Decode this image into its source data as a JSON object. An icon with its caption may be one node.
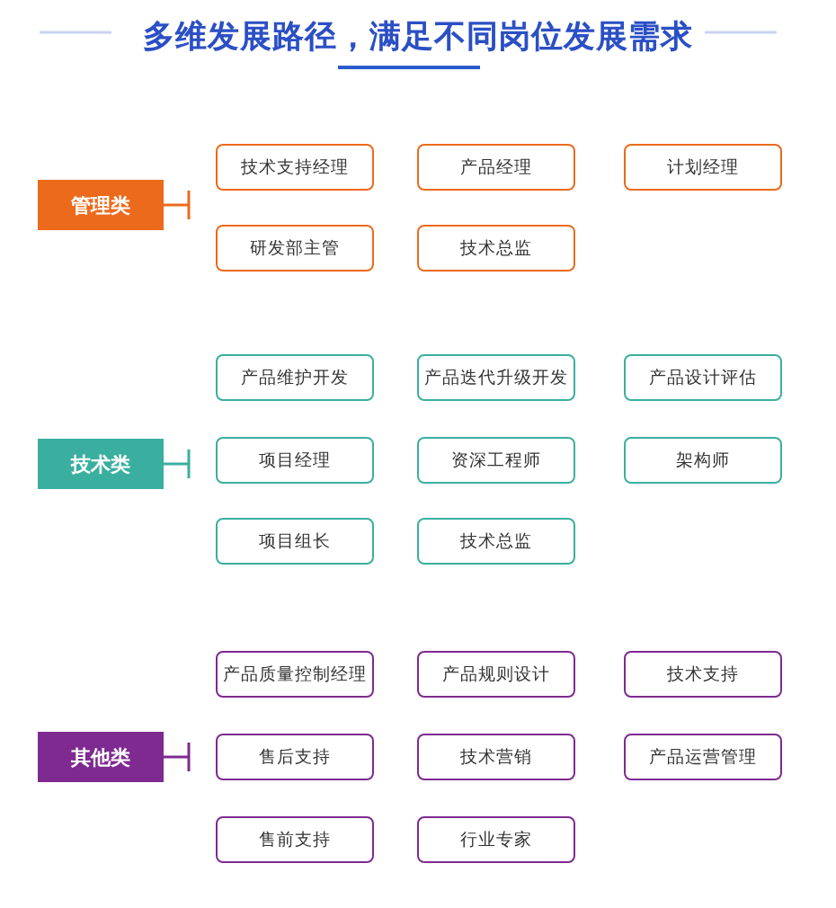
{
  "diagram": {
    "title": "多维发展路径，满足不同岗位发展需求",
    "nodes": [
      {
        "text": [
          "管理类"
        ]
      },
      {
        "text": [
          "技术支持经理"
        ]
      },
      {
        "text": [
          "产品经理"
        ]
      },
      {
        "text": [
          "计划经理"
        ]
      },
      {
        "text": [
          "研发部主管"
        ]
      },
      {
        "text": [
          "技术总监"
        ]
      },
      {
        "text": [
          "技术类"
        ]
      },
      {
        "text": [
          "产品维护开发"
        ]
      },
      {
        "text": [
          "产品迭代升级开发"
        ]
      },
      {
        "text": [
          "产品设计评估"
        ]
      },
      {
        "text": [
          "项目经理"
        ]
      },
      {
        "text": [
          "资深工程师"
        ]
      },
      {
        "text": [
          "架构师"
        ]
      },
      {
        "text": [
          "项目组长"
        ]
      },
      {
        "text": [
          "技术总监"
        ]
      },
      {
        "text": [
          "其他类"
        ]
      },
      {
        "text": [
          "产品质量控制经理"
        ]
      },
      {
        "text": [
          "产品规则设计"
        ]
      },
      {
        "text": [
          "技术支持"
        ]
      },
      {
        "text": [
          "售后支持"
        ]
      },
      {
        "text": [
          "技术营销"
        ]
      },
      {
        "text": [
          "产品运营管理"
        ]
      },
      {
        "text": [
          "售前支持"
        ]
      },
      {
        "text": [
          "行业专家"
        ]
      }
    ]
  }
}
